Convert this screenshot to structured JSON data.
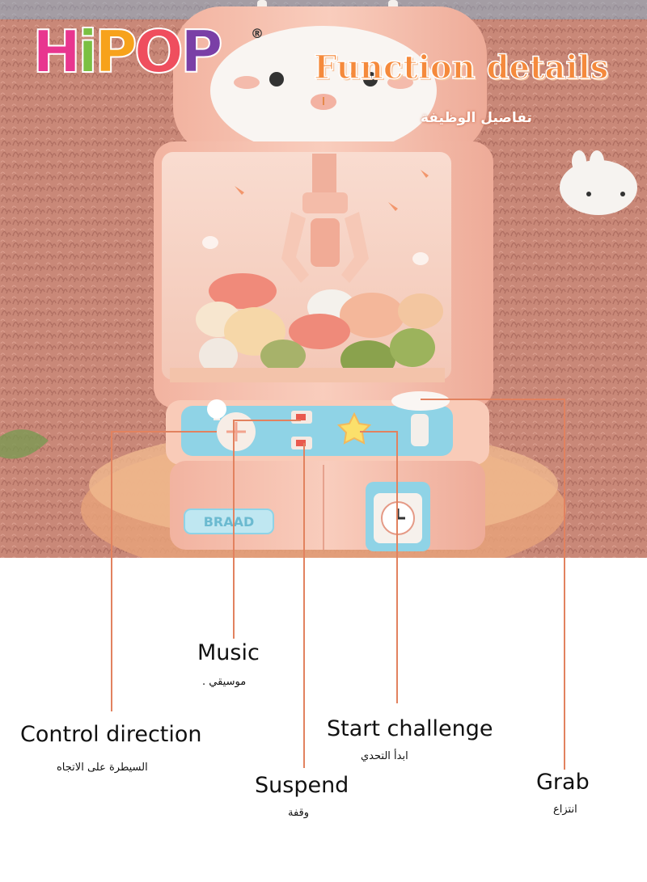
{
  "brand": {
    "letters": [
      "H",
      "i",
      "P",
      "O",
      "P"
    ],
    "registered": "®"
  },
  "header": {
    "title": "Function details",
    "subtitle_ar": "تفاصيل الوظيفة"
  },
  "toy": {
    "plate_text": "BRAAD"
  },
  "labels": {
    "music": {
      "en": "Music",
      "ar": ". موسيقي"
    },
    "control_direction": {
      "en": "Control direction",
      "ar": "السيطرة على الاتجاه"
    },
    "start_challenge": {
      "en": "Start challenge",
      "ar": "ابدأ التحدي"
    },
    "suspend": {
      "en": "Suspend",
      "ar": "وقفة"
    },
    "grab": {
      "en": "Grab",
      "ar": "انتزاع"
    }
  },
  "colors": {
    "leader_line": "#e2825f",
    "machine_pink": "#f7c2ad",
    "panel_blue": "#8fd3e6",
    "carpet": "#c98878",
    "title_orange": "#f58a3c"
  }
}
